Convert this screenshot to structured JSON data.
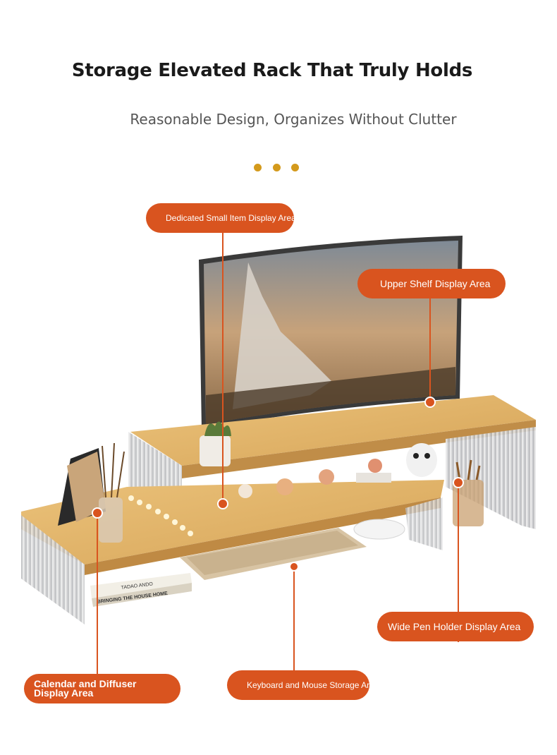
{
  "heading": {
    "title": "Storage Elevated Rack That Truly Holds",
    "subtitle": "Reasonable Design, Organizes Without Clutter"
  },
  "colors": {
    "accent": "#d9541f",
    "dots": "#d49a1c",
    "wood": "#e2b46a",
    "acrylic": "#d9dadc"
  },
  "product_image": {
    "book_spine_1": "TADAO ANDO",
    "book_spine_2": "BRINGING THE HOUSE HOME"
  },
  "callouts": [
    {
      "label": "Dedicated Small Item Display Area"
    },
    {
      "label": "Upper Shelf Display Area"
    },
    {
      "label": "Wide Pen Holder Display Area"
    },
    {
      "label": "Calendar and Diffuser Display Area"
    },
    {
      "label": "Keyboard and Mouse Storage Area"
    }
  ]
}
